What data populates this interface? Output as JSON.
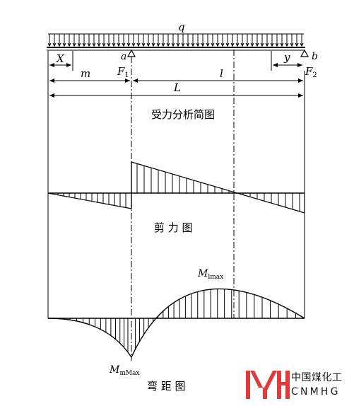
{
  "labels": {
    "q": "q",
    "x": "X",
    "y": "y",
    "a": "a",
    "b": "b",
    "f1": "F",
    "f1_sub": "1",
    "f2": "F",
    "f2_sub": "2",
    "m": "m",
    "l": "l",
    "big_l": "L"
  },
  "titles": {
    "force_diagram": "受力分析简图",
    "shear_diagram": "剪 力 图",
    "moment_diagram": "弯 距 图"
  },
  "moment_labels": {
    "m_lmax": "M",
    "m_lmax_sub": "lmax",
    "m_mmax": "M",
    "m_mmax_sub": "mMax"
  },
  "watermark": {
    "cn": "中国煤化工",
    "en": "CNMHG",
    "logo_color": "#e03a3a"
  }
}
